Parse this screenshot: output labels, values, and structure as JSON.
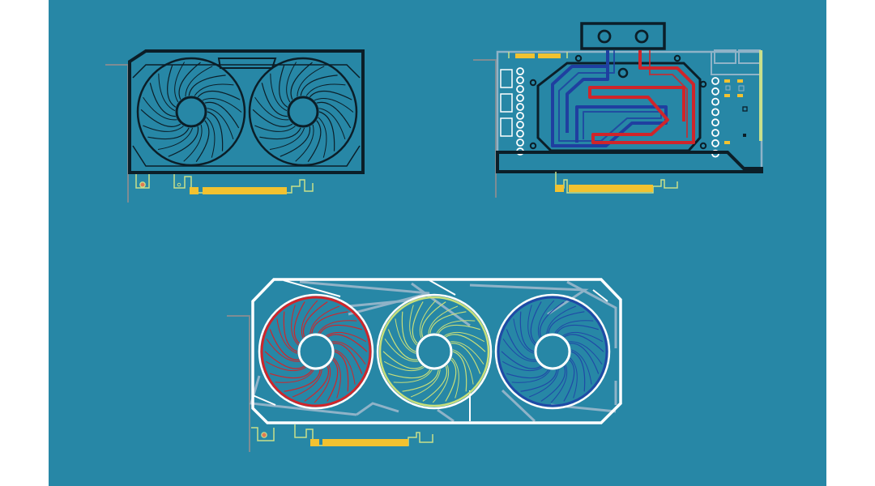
{
  "colors": {
    "background": "#2787a6",
    "outline_dark": "#0b1e28",
    "bracket": "#7f8c93",
    "gold": "#f2c230",
    "pcb_trace": "#c9e08a",
    "white": "#ffffff",
    "fan_red": "#d0252a",
    "fan_green": "#c7df7a",
    "fan_blue": "#1f4aa6",
    "loop_blue": "#1f3fa0",
    "loop_red": "#d0252a",
    "shroud_line": "#8fb3c8"
  },
  "cards": [
    {
      "name": "dual-fan-gpu",
      "style": "outline",
      "fans": 2
    },
    {
      "name": "water-block-gpu",
      "style": "water-cooled",
      "fans": 0
    },
    {
      "name": "triple-fan-gpu",
      "style": "rgb",
      "fans": 3
    }
  ]
}
